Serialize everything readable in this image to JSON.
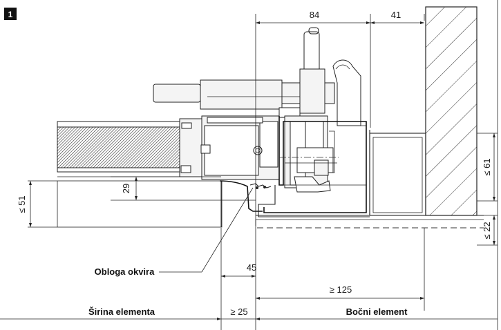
{
  "figure": {
    "number": "1",
    "dimensions": {
      "d84": "84",
      "d41": "41",
      "d61": "≤ 61",
      "d51": "≤ 51",
      "d29": "29",
      "d22": "≤ 22",
      "d45": "45",
      "d125": "≥ 125",
      "d25": "≥ 25"
    },
    "labels": {
      "frame_cover": "Obloga okvira",
      "element_width": "Širina elementa",
      "side_element": "Bočni element"
    }
  }
}
